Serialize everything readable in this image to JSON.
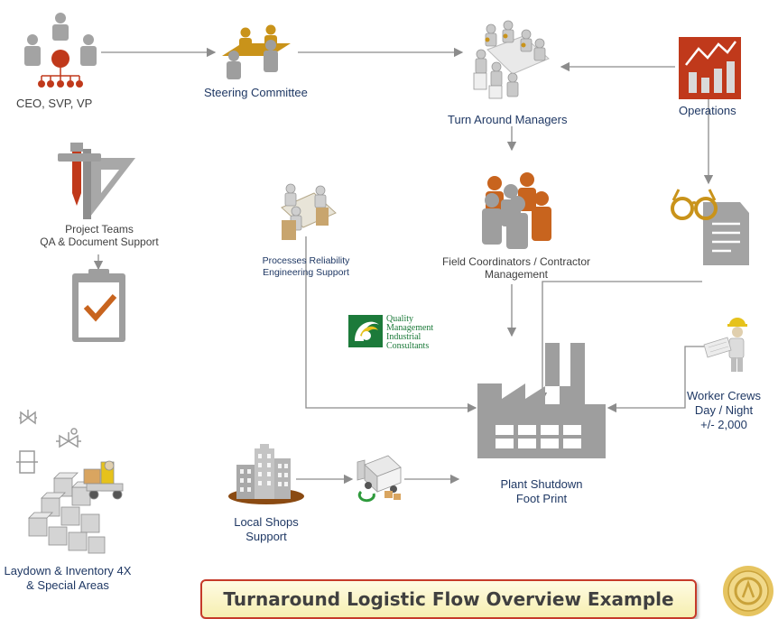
{
  "nodes": {
    "ceo": "CEO, SVP, VP",
    "steering": "Steering Committee",
    "tam": "Turn Around Managers",
    "operations": "Operations",
    "project_line1": "Project Teams",
    "project_line2": "QA & Document Support",
    "process_line1": "Processes Reliability",
    "process_line2": "Engineering Support",
    "field_line1": "Field Coordinators / Contractor",
    "field_line2": "Management",
    "worker_line1": "Worker Crews",
    "worker_line2": "Day / Night",
    "worker_line3": "+/- 2,000",
    "plant_line1": "Plant Shutdown",
    "plant_line2": "Foot Print",
    "shops_line1": "Local Shops",
    "shops_line2": "Support",
    "laydown_line1": "Laydown & Inventory 4X",
    "laydown_line2": "& Special Areas"
  },
  "logo": {
    "line1": "Quality",
    "line2": "Management",
    "line3": "Industrial",
    "line4": "Consultants"
  },
  "banner_title": "Turnaround Logistic Flow Overview Example",
  "colors": {
    "accent_red": "#c0391b",
    "accent_orange": "#c8641e",
    "gold": "#c9931a",
    "gray": "#9e9e9e",
    "label_blue": "#1f3864",
    "arrow": "#8c8c8c"
  }
}
